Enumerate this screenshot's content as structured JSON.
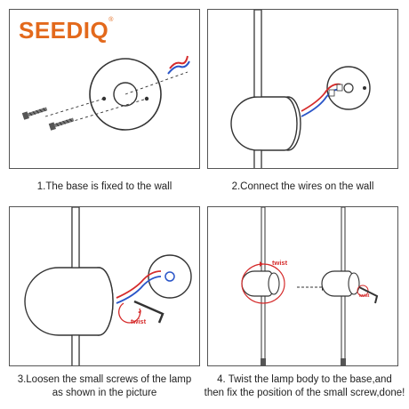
{
  "brand": {
    "name": "SEEDIQ",
    "mark": "®"
  },
  "steps": [
    {
      "caption": "1.The base is fixed to the wall"
    },
    {
      "caption": "2.Connect the wires on the wall"
    },
    {
      "caption_line1": "3.Loosen the small screws of the lamp",
      "caption_line2": "as shown in the picture",
      "twist_label": "twist"
    },
    {
      "caption_line1": "4. Twist the lamp body to the base,and",
      "caption_line2": "then fix the position of the small screw,done!",
      "twist_label": "twist",
      "twist_label_small": "twist"
    }
  ],
  "colors": {
    "brand": "#e3691c",
    "accent_red": "#d52b2b",
    "wire_blue": "#2a55c8"
  }
}
